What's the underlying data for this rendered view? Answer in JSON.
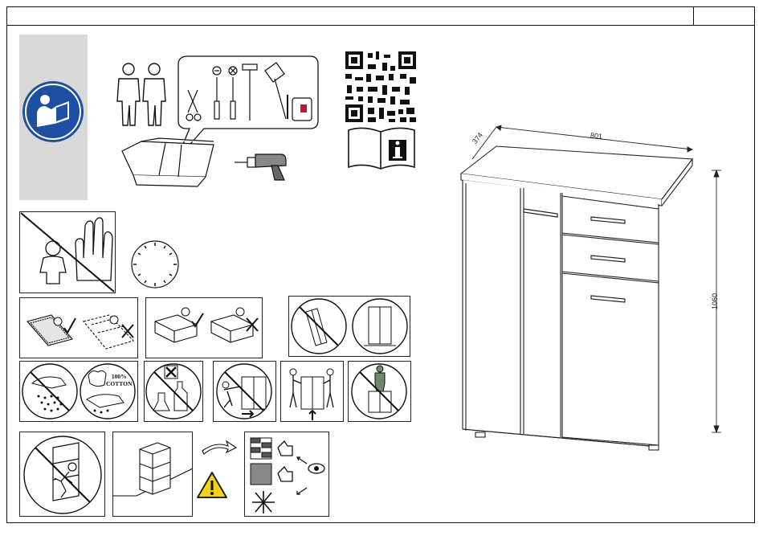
{
  "header": {
    "title": "",
    "page_number": ""
  },
  "labels": {
    "cotton_line1": "100%",
    "cotton_line2": "COTTON"
  },
  "dimensions": {
    "depth": "374",
    "width": "801",
    "height": "1060"
  },
  "colors": {
    "brand_blue": "#1e4fa0",
    "warning_yellow": "#f3d21b",
    "grey_panel": "#d9d9d9"
  },
  "icons": [
    "read-manual-icon",
    "two-persons-icon",
    "tool-set-icon",
    "toolbox-icon",
    "drill-icon",
    "qr-code-icon",
    "info-booklet-icon",
    "no-children-icon",
    "clock-icon",
    "assembly-on-carpet-icon",
    "assembly-on-hard-floor-icon",
    "no-tilting-icon",
    "upright-cabinet-icon",
    "no-wet-cleaning-icon",
    "cotton-cloth-icon",
    "no-chemicals-icon",
    "no-dragging-icon",
    "two-person-lift-icon",
    "no-standing-on-top-icon",
    "no-climbing-icon",
    "wall-mount-icon",
    "warning-triangle-icon",
    "wall-anchor-check-icon"
  ]
}
